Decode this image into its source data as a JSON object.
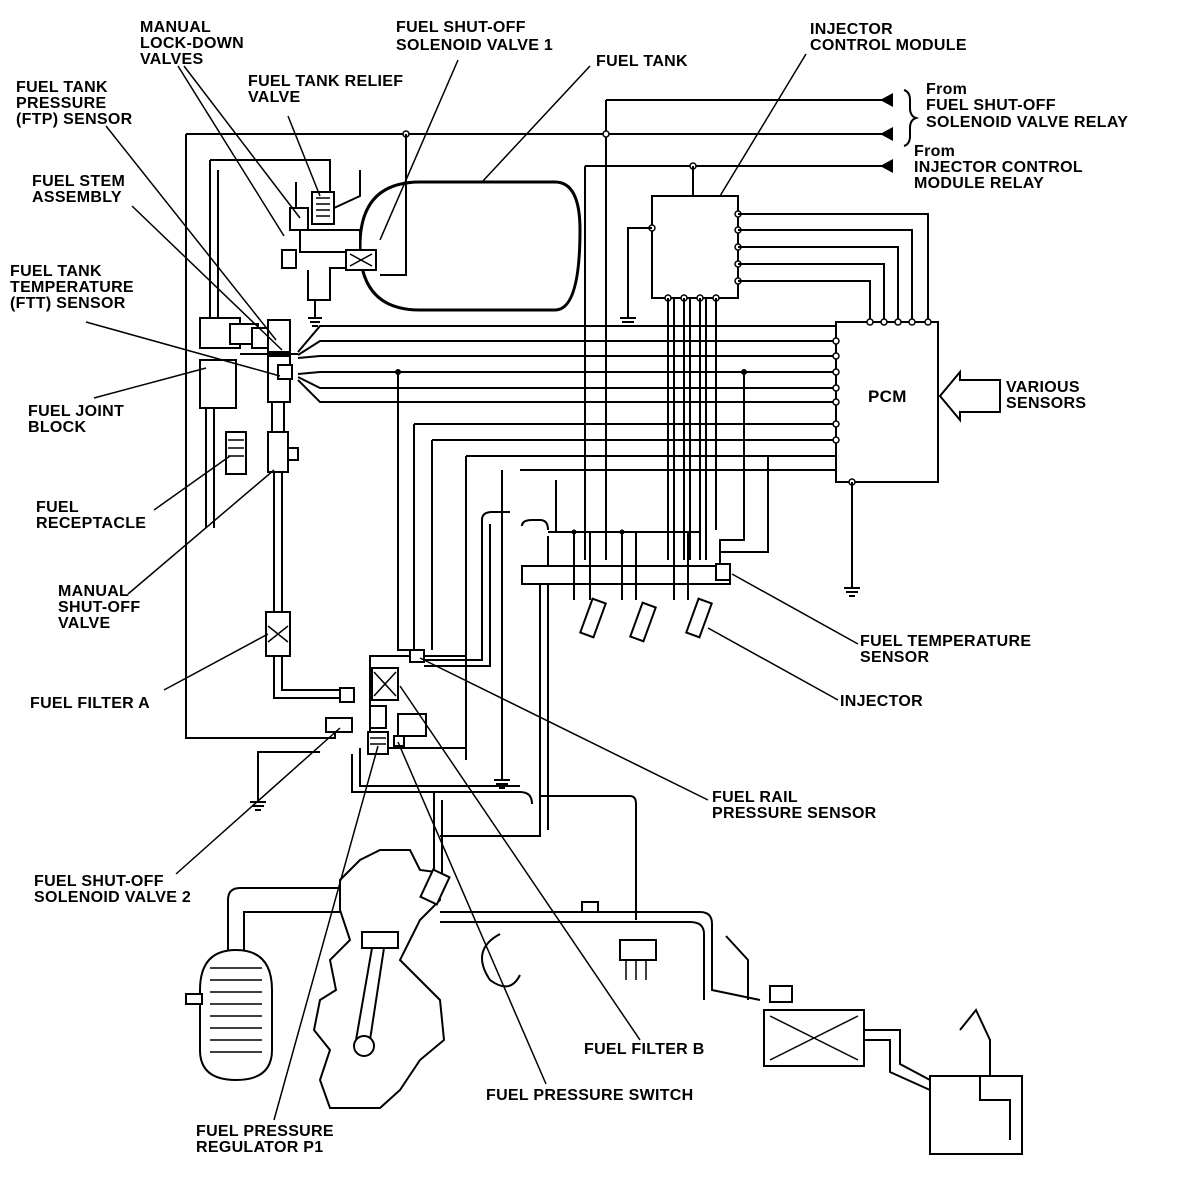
{
  "labels": {
    "manual_lockdown_valves": [
      "MANUAL",
      "LOCK-DOWN",
      "VALVES"
    ],
    "fuel_shutoff_solenoid_valve_1": [
      "FUEL SHUT-OFF",
      "SOLENOID VALVE 1"
    ],
    "fuel_tank": [
      "FUEL TANK"
    ],
    "injector_control_module": [
      "INJECTOR",
      "CONTROL MODULE"
    ],
    "from_fuel_shutoff_relay": [
      "From",
      "FUEL SHUT-OFF",
      "SOLENOID VALVE RELAY"
    ],
    "from_injector_control_relay": [
      "From",
      "INJECTOR CONTROL",
      "MODULE RELAY"
    ],
    "ftp_sensor": [
      "FUEL TANK",
      "PRESSURE",
      "(FTP) SENSOR"
    ],
    "fuel_tank_relief_valve": [
      "FUEL TANK RELIEF",
      "VALVE"
    ],
    "fuel_stem_assembly": [
      "FUEL STEM",
      "ASSEMBLY"
    ],
    "ftt_sensor": [
      "FUEL TANK",
      "TEMPERATURE",
      "(FTT) SENSOR"
    ],
    "fuel_joint_block": [
      "FUEL JOINT",
      "BLOCK"
    ],
    "fuel_receptacle": [
      "FUEL",
      "RECEPTACLE"
    ],
    "manual_shutoff_valve": [
      "MANUAL",
      "SHUT-OFF",
      "VALVE"
    ],
    "fuel_filter_a": [
      "FUEL FILTER A"
    ],
    "pcm": [
      "PCM"
    ],
    "various_sensors": [
      "VARIOUS",
      "SENSORS"
    ],
    "fuel_temperature_sensor": [
      "FUEL TEMPERATURE",
      "SENSOR"
    ],
    "injector": [
      "INJECTOR"
    ],
    "fuel_rail_pressure_sensor": [
      "FUEL RAIL",
      "PRESSURE SENSOR"
    ],
    "fuel_shutoff_solenoid_valve_2": [
      "FUEL SHUT-OFF",
      "SOLENOID VALVE 2"
    ],
    "fuel_filter_b": [
      "FUEL FILTER B"
    ],
    "fuel_pressure_switch": [
      "FUEL PRESSURE SWITCH"
    ],
    "fuel_pressure_regulator_p1": [
      "FUEL PRESSURE",
      "REGULATOR P1"
    ]
  }
}
